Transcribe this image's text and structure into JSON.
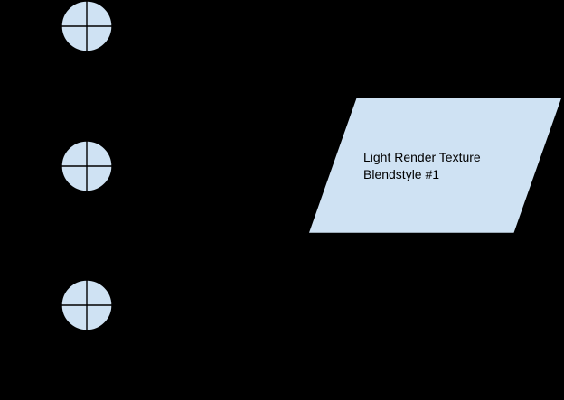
{
  "diagram": {
    "colors": {
      "background": "#000000",
      "shape_fill": "#cfe2f3",
      "shape_stroke": "#000000",
      "label_color": "#000000"
    },
    "nodes": {
      "junctions": [
        {
          "icon": "summing-junction"
        },
        {
          "icon": "summing-junction"
        },
        {
          "icon": "summing-junction"
        }
      ],
      "texture": {
        "shape": "parallelogram",
        "lines": [
          "Light Render Texture",
          "Blendstyle #1"
        ]
      }
    }
  }
}
